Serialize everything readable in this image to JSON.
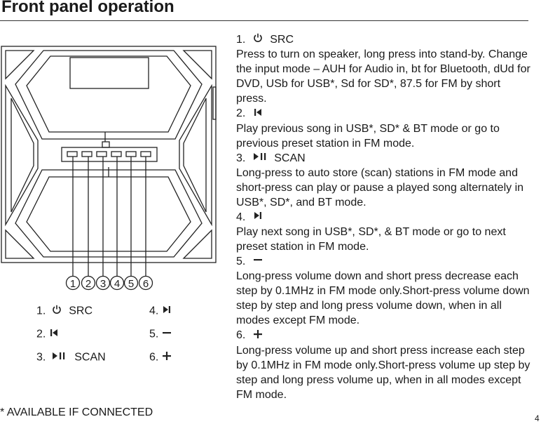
{
  "title": "Front panel operation",
  "figure": {
    "callouts": [
      "1",
      "2",
      "3",
      "4",
      "5",
      "6"
    ]
  },
  "legend": [
    {
      "num": "1.",
      "icon": "power-icon",
      "label": "SRC"
    },
    {
      "num": "2.",
      "icon": "previous-track-icon",
      "label": ""
    },
    {
      "num": "3.",
      "icon": "play-pause-icon",
      "label": "SCAN"
    },
    {
      "num": "4.",
      "icon": "next-track-icon",
      "label": ""
    },
    {
      "num": "5.",
      "icon": "minus-icon",
      "label": ""
    },
    {
      "num": "6.",
      "icon": "plus-icon",
      "label": ""
    }
  ],
  "steps": [
    {
      "num": "1.",
      "icon": "power-icon",
      "label": "SRC",
      "text": "Press to turn on speaker, long press into stand-by. Change the input mode – AUH for Audio in, bt for Bluetooth, dUd for DVD, USb for USB*, Sd for SD*, 87.5 for FM by short press."
    },
    {
      "num": "2.",
      "icon": "previous-track-icon",
      "label": "",
      "text": "Play previous song in USB*, SD* & BT mode or go to previous preset station in FM mode."
    },
    {
      "num": "3.",
      "icon": "play-pause-icon",
      "label": "SCAN",
      "text": "Long-press to auto store (scan) stations in FM mode and short-press can play or pause a played song alternately in USB*, SD*, and BT mode."
    },
    {
      "num": "4.",
      "icon": "next-track-icon",
      "label": "",
      "text": "Play next song in USB*, SD*, & BT mode or go to next preset station in FM mode."
    },
    {
      "num": "5.",
      "icon": "minus-icon",
      "label": "",
      "text": "Long-press volume down and short press decrease each step by 0.1MHz in FM mode only.Short-press volume down step by step and long press volume down, when in all modes except FM mode."
    },
    {
      "num": "6.",
      "icon": "plus-icon",
      "label": "",
      "text": "Long-press volume up and short press increase each step by 0.1MHz in FM mode only.Short-press volume up step by step and long press volume up, when in all modes except FM mode."
    }
  ],
  "footnote": "* AVAILABLE IF CONNECTED",
  "page_number": "4"
}
